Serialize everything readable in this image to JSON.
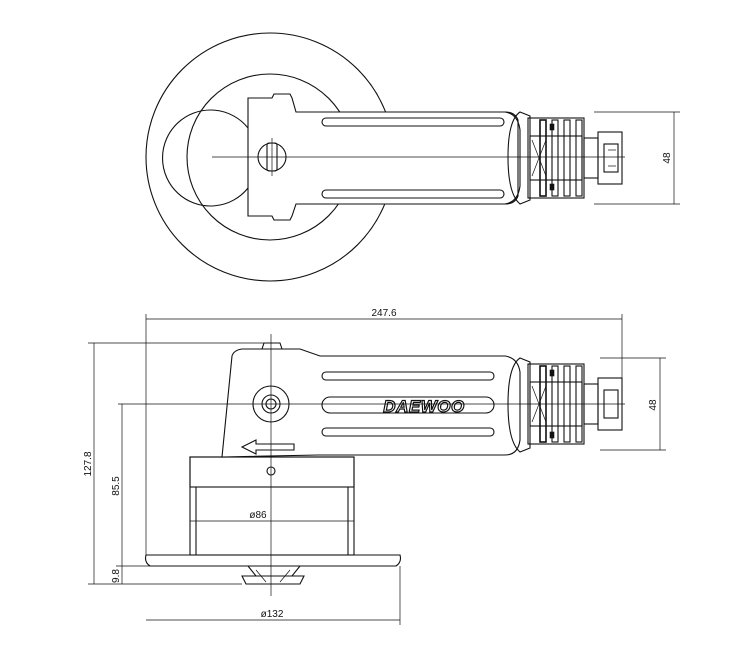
{
  "drawing": {
    "brand_logo": "DAEWOO",
    "dimensions": {
      "top_height": "48",
      "overall_length": "247.6",
      "side_height": "48",
      "overall_height": "127.8",
      "center_height": "85.5",
      "base_offset": "9.8",
      "inner_diameter": "ø86",
      "pad_diameter": "ø132"
    }
  }
}
